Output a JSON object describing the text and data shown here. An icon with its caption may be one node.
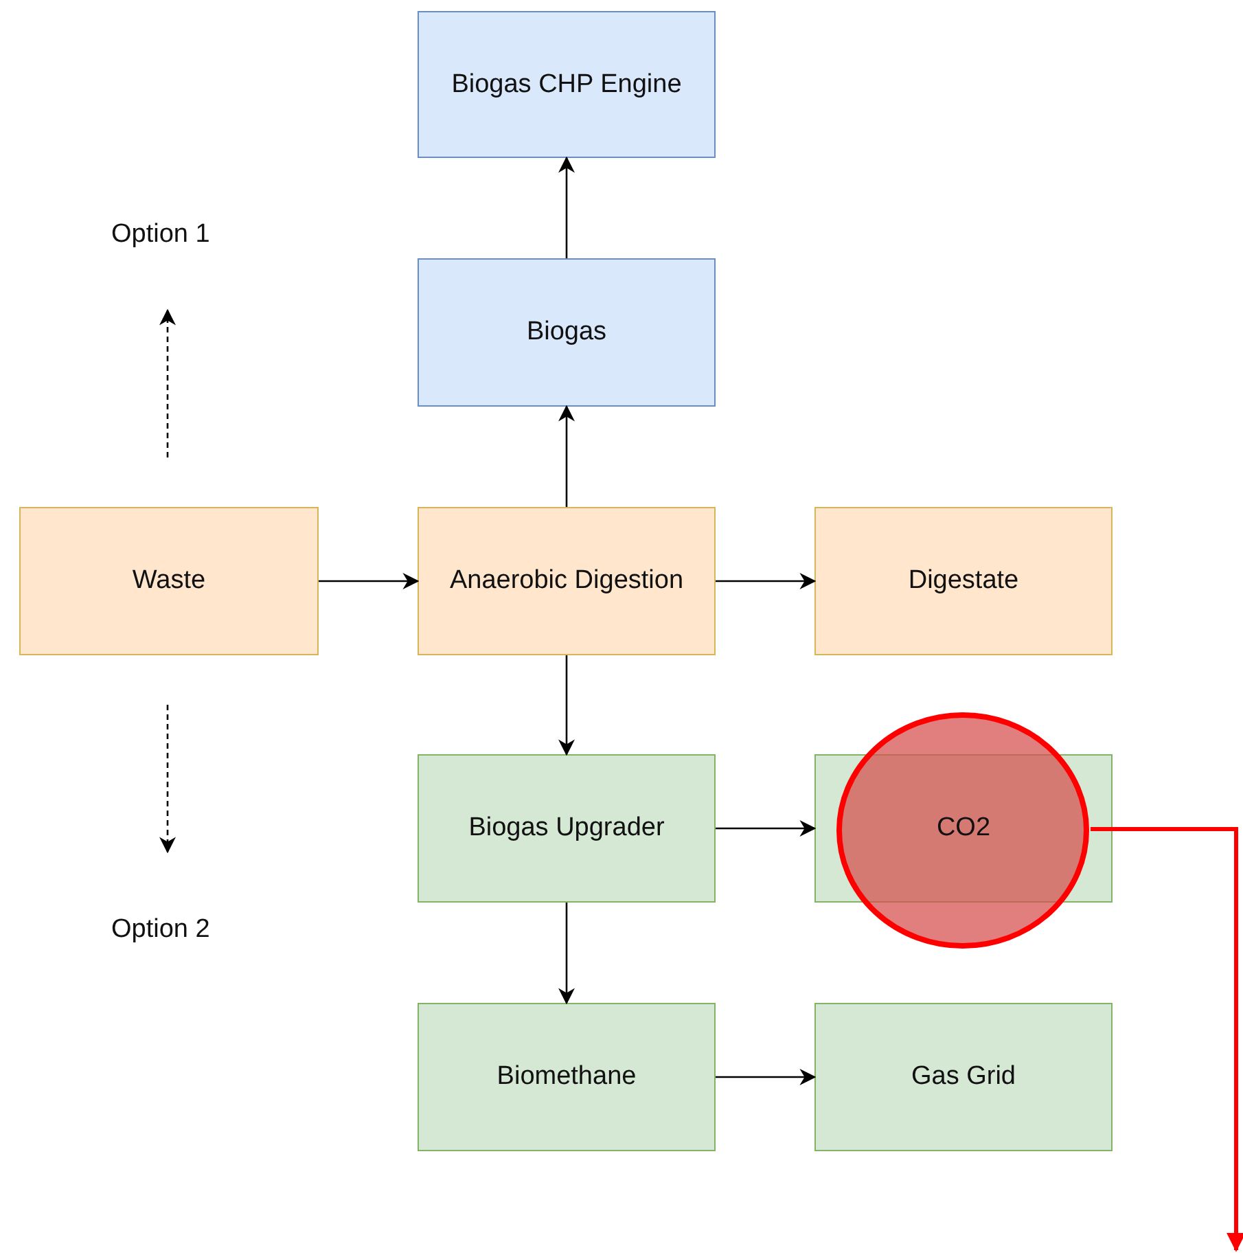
{
  "diagram": {
    "nodes": [
      {
        "text": [
          "Biogas CHP Engine"
        ]
      },
      {
        "text": [
          "Biogas"
        ]
      },
      {
        "text": [
          "Waste"
        ]
      },
      {
        "text": [
          "Anaerobic Digestion"
        ]
      },
      {
        "text": [
          "Digestate"
        ]
      },
      {
        "text": [
          "Biogas Upgrader"
        ]
      },
      {
        "text": [
          "CO2"
        ]
      },
      {
        "text": [],
        "shape": "circle"
      },
      {
        "text": [
          "Biomethane"
        ]
      },
      {
        "text": [
          "Gas Grid"
        ]
      }
    ],
    "edges": [
      {
        "from": 1,
        "to": 0,
        "arrow": "to"
      },
      {
        "from": 3,
        "to": 1,
        "arrow": "to"
      },
      {
        "from": 2,
        "to": 3,
        "arrow": "to"
      },
      {
        "from": 3,
        "to": 4,
        "arrow": "to"
      },
      {
        "from": 3,
        "to": 5,
        "arrow": "to"
      },
      {
        "from": 5,
        "to": 6,
        "arrow": "to"
      },
      {
        "from": 5,
        "to": 8,
        "arrow": "to"
      },
      {
        "from": 8,
        "to": 9,
        "arrow": "to"
      },
      {
        "from": 7,
        "to": null,
        "arrow": "to",
        "style": "thick",
        "color": "#ff0000"
      }
    ],
    "labels": [
      "Option 1",
      "Option 2"
    ]
  }
}
